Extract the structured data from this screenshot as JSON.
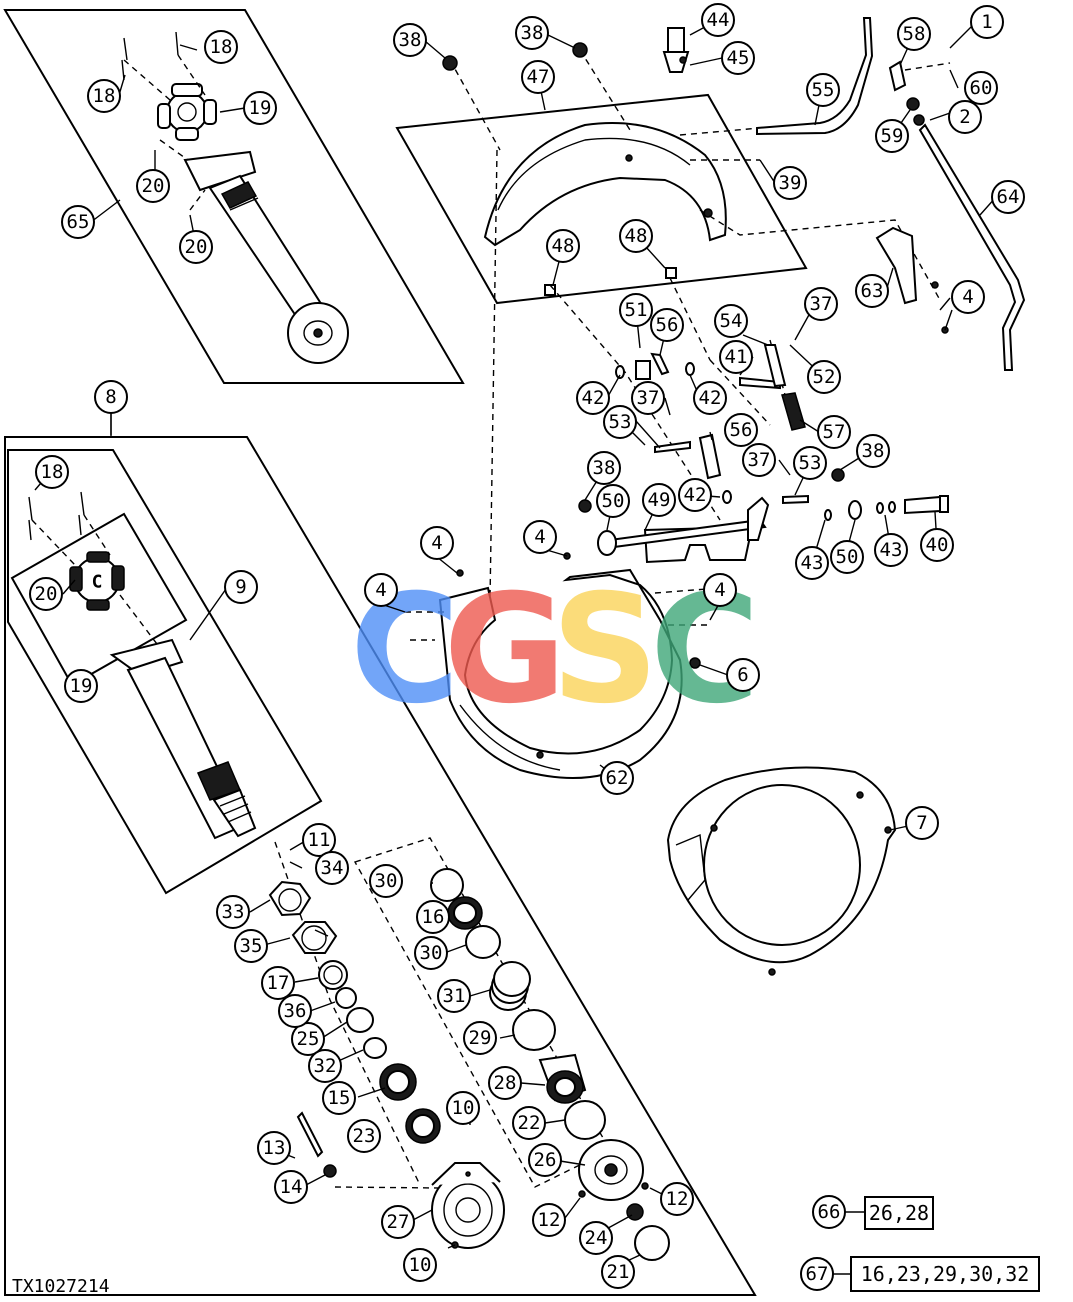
{
  "figure_id": "TX1027214",
  "watermark": {
    "letters": [
      {
        "char": "C",
        "color": "#4f8ff7"
      },
      {
        "char": "G",
        "color": "#ee5a4f"
      },
      {
        "char": "S",
        "color": "#fbd45a"
      },
      {
        "char": "C",
        "color": "#3fa779"
      }
    ]
  },
  "callouts": [
    {
      "label": "1"
    },
    {
      "label": "2"
    },
    {
      "label": "4"
    },
    {
      "label": "4"
    },
    {
      "label": "4"
    },
    {
      "label": "4"
    },
    {
      "label": "4"
    },
    {
      "label": "6"
    },
    {
      "label": "7"
    },
    {
      "label": "8"
    },
    {
      "label": "9"
    },
    {
      "label": "10"
    },
    {
      "label": "10"
    },
    {
      "label": "11"
    },
    {
      "label": "12"
    },
    {
      "label": "12"
    },
    {
      "label": "13"
    },
    {
      "label": "14"
    },
    {
      "label": "15"
    },
    {
      "label": "16"
    },
    {
      "label": "17"
    },
    {
      "label": "18"
    },
    {
      "label": "18"
    },
    {
      "label": "18"
    },
    {
      "label": "19"
    },
    {
      "label": "19"
    },
    {
      "label": "20"
    },
    {
      "label": "20"
    },
    {
      "label": "20"
    },
    {
      "label": "21"
    },
    {
      "label": "22"
    },
    {
      "label": "23"
    },
    {
      "label": "24"
    },
    {
      "label": "25"
    },
    {
      "label": "26"
    },
    {
      "label": "27"
    },
    {
      "label": "28"
    },
    {
      "label": "29"
    },
    {
      "label": "30"
    },
    {
      "label": "30"
    },
    {
      "label": "31"
    },
    {
      "label": "32"
    },
    {
      "label": "33"
    },
    {
      "label": "34"
    },
    {
      "label": "35"
    },
    {
      "label": "36"
    },
    {
      "label": "37"
    },
    {
      "label": "37"
    },
    {
      "label": "37"
    },
    {
      "label": "38"
    },
    {
      "label": "38"
    },
    {
      "label": "38"
    },
    {
      "label": "38"
    },
    {
      "label": "39"
    },
    {
      "label": "40"
    },
    {
      "label": "41"
    },
    {
      "label": "42"
    },
    {
      "label": "42"
    },
    {
      "label": "42"
    },
    {
      "label": "43"
    },
    {
      "label": "43"
    },
    {
      "label": "44"
    },
    {
      "label": "45"
    },
    {
      "label": "47"
    },
    {
      "label": "48"
    },
    {
      "label": "48"
    },
    {
      "label": "49"
    },
    {
      "label": "50"
    },
    {
      "label": "50"
    },
    {
      "label": "51"
    },
    {
      "label": "52"
    },
    {
      "label": "53"
    },
    {
      "label": "53"
    },
    {
      "label": "54"
    },
    {
      "label": "55"
    },
    {
      "label": "56"
    },
    {
      "label": "56"
    },
    {
      "label": "57"
    },
    {
      "label": "58"
    },
    {
      "label": "59"
    },
    {
      "label": "60"
    },
    {
      "label": "62"
    },
    {
      "label": "63"
    },
    {
      "label": "64"
    },
    {
      "label": "65"
    },
    {
      "label": "66"
    },
    {
      "label": "67"
    }
  ],
  "kits": [
    {
      "label": "66",
      "contents": "26,28"
    },
    {
      "label": "67",
      "contents": "16,23,29,30,32"
    }
  ]
}
